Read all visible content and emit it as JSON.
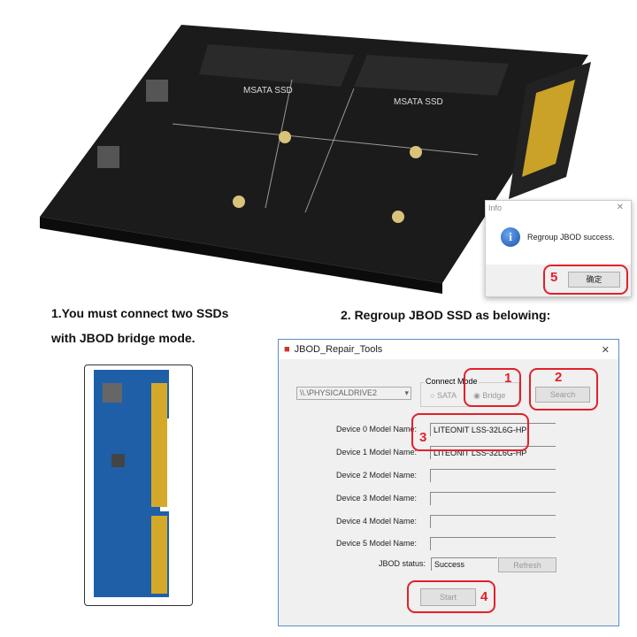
{
  "captions": {
    "step1_line1": "1.You must connect two SSDs",
    "step1_line2": "with JBOD bridge mode.",
    "step2": "2. Regroup JBOD SSD as belowing:"
  },
  "board": {
    "slot_label_left": "MSATA SSD",
    "slot_label_right": "MSATA SSD"
  },
  "window": {
    "title": "JBOD_Repair_Tools",
    "close": "✕",
    "drive_select": "\\\\.\\PHYSICALDRIVE2",
    "connect_mode": {
      "label": "Connect Mode",
      "options": [
        "SATA",
        "Bridge"
      ],
      "selected": "Bridge"
    },
    "search_label": "Search",
    "devices": [
      {
        "label": "Device 0 Model Name:",
        "value": "LITEONIT LSS-32L6G-HP"
      },
      {
        "label": "Device 1 Model Name:",
        "value": "LITEONIT LSS-32L6G-HP"
      },
      {
        "label": "Device 2 Model Name:",
        "value": ""
      },
      {
        "label": "Device 3 Model Name:",
        "value": ""
      },
      {
        "label": "Device 4 Model Name:",
        "value": ""
      },
      {
        "label": "Device 5 Model Name:",
        "value": ""
      }
    ],
    "status_label": "JBOD status:",
    "status_value": "Success",
    "refresh_label": "Refresh",
    "start_label": "Start"
  },
  "info_dialog": {
    "title": "Info",
    "close": "✕",
    "message": "Regroup JBOD success.",
    "ok_label": "确定",
    "icon": "info-icon"
  },
  "annotations": [
    "1",
    "2",
    "3",
    "4",
    "5"
  ],
  "colors": {
    "accent": "#e3202a",
    "window_border": "#5a8fc8",
    "pcb": "#1f5fa8",
    "board": "#1b1b1b"
  }
}
